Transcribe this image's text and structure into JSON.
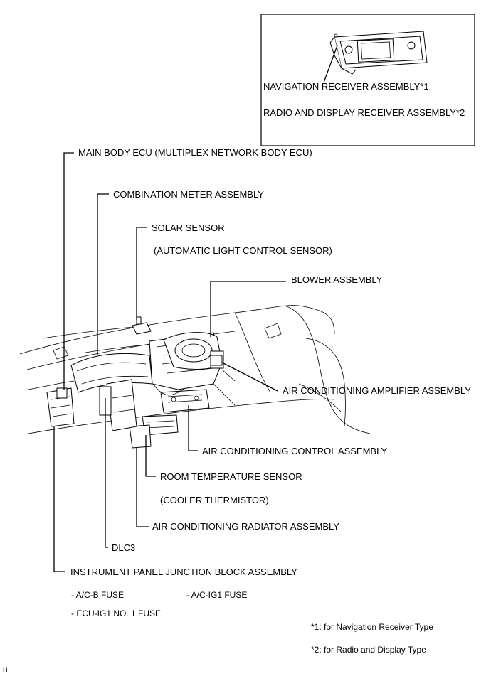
{
  "inset": {
    "label1": "NAVIGATION RECEIVER ASSEMBLY*1",
    "label2": "RADIO AND DISPLAY RECEIVER ASSEMBLY*2"
  },
  "labels": {
    "main_body_ecu": "MAIN BODY ECU (MULTIPLEX NETWORK BODY ECU)",
    "combination_meter": "COMBINATION METER ASSEMBLY",
    "solar_sensor": "SOLAR SENSOR",
    "solar_sensor_sub": "(AUTOMATIC LIGHT CONTROL SENSOR)",
    "blower": "BLOWER ASSEMBLY",
    "ac_amplifier": "AIR CONDITIONING AMPLIFIER ASSEMBLY",
    "ac_control": "AIR CONDITIONING CONTROL ASSEMBLY",
    "room_temp_sensor": "ROOM TEMPERATURE SENSOR",
    "room_temp_sensor_sub": "(COOLER THERMISTOR)",
    "ac_radiator": "AIR CONDITIONING RADIATOR ASSEMBLY",
    "dlc3": "DLC3",
    "junction_block": "INSTRUMENT PANEL JUNCTION BLOCK ASSEMBLY"
  },
  "fuses": {
    "acb": "- A/C-B FUSE",
    "acig1": "- A/C-IG1 FUSE",
    "ecuig1": "- ECU-IG1 NO. 1 FUSE"
  },
  "notes": {
    "note1": "*1: for Navigation Receiver Type",
    "note2": "*2: for Radio and Display Type"
  },
  "corner_mark": "H"
}
